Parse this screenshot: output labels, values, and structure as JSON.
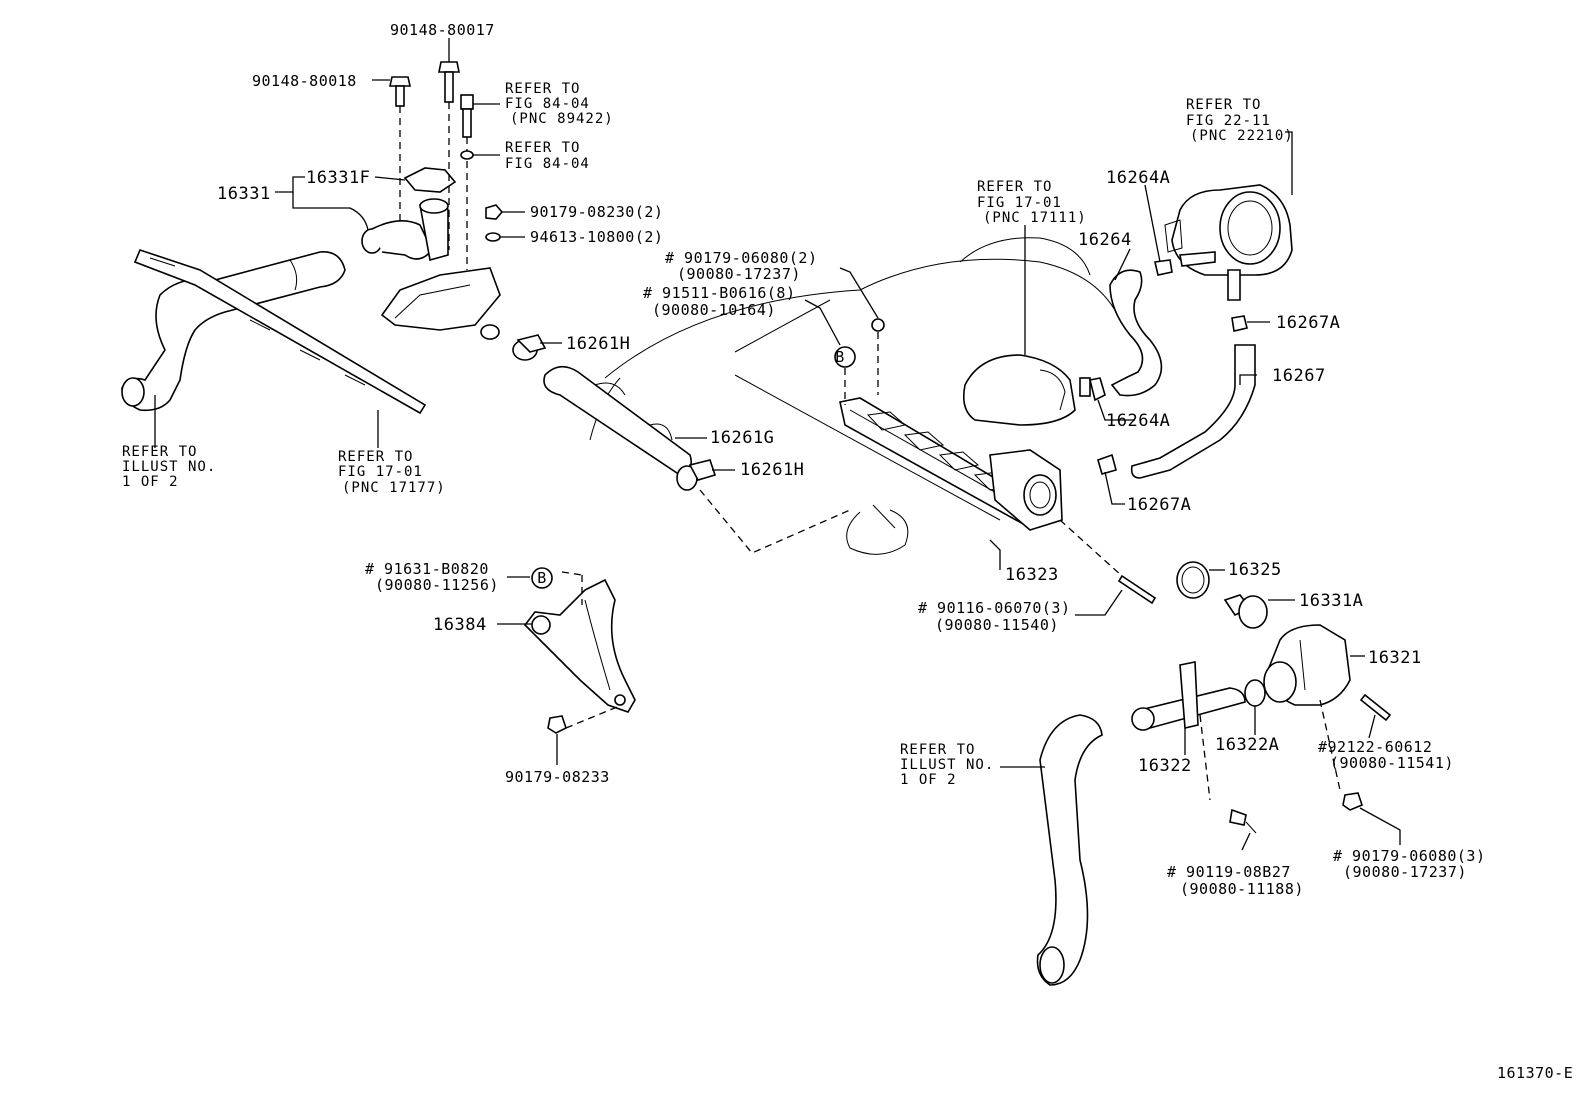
{
  "refs": {
    "fig_84_04_pnc": [
      "REFER TO",
      "FIG 84-04",
      "(PNC 89422)"
    ],
    "fig_84_04": [
      "REFER TO",
      "FIG 84-04"
    ],
    "fig_22_11": [
      "REFER TO",
      "FIG 22-11",
      "(PNC 22210)"
    ],
    "fig_17_01_17111": [
      "REFER TO",
      "FIG 17-01",
      "(PNC 17111)"
    ],
    "illust_left": [
      "REFER TO",
      "ILLUST NO.",
      "1 OF 2"
    ],
    "fig_17_01_17177": [
      "REFER TO",
      "FIG 17-01",
      "(PNC 17177)"
    ],
    "illust_bottom": [
      "REFER TO",
      "ILLUST NO.",
      "1 OF 2"
    ]
  },
  "parts": {
    "p90148_80017": "90148-80017",
    "p90148_80018": "90148-80018",
    "p16331": "16331",
    "p16331F": "16331F",
    "p90179_08230": "90179-08230(2)",
    "p94613_10800": "94613-10800(2)",
    "p16261H_top": "16261H",
    "p16261G": "16261G",
    "p16261H_bottom": "16261H",
    "p90179_06080_2": "# 90179-06080(2)",
    "p90080_17237_a": "(90080-17237)",
    "p91511_B0616": "# 91511-B0616(8)",
    "p90080_10164": "(90080-10164)",
    "p16264A_top": "16264A",
    "p16264": "16264",
    "p16267A_top": "16267A",
    "p16267": "16267",
    "p16264A_mid": "16264A",
    "p16267A_bottom": "16267A",
    "p16323": "16323",
    "p16325": "16325",
    "p16331A": "16331A",
    "p90116_06070": "# 90116-06070(3)",
    "p90080_11540": "(90080-11540)",
    "p16321": "16321",
    "p92122_60612": "#92122-60612",
    "p90080_11541": "(90080-11541)",
    "p16322": "16322",
    "p16322A": "16322A",
    "p90119_08B27": "# 90119-08B27",
    "p90080_11188": "(90080-11188)",
    "p90179_06080_3": "# 90179-06080(3)",
    "p90080_17237_b": "(90080-17237)",
    "p91631_B0820": "# 91631-B0820",
    "p90080_11256": "(90080-11256)",
    "p16384": "16384",
    "p90179_08233": "90179-08233"
  },
  "markers": {
    "b_label": "B"
  },
  "figure_id": "161370-E"
}
